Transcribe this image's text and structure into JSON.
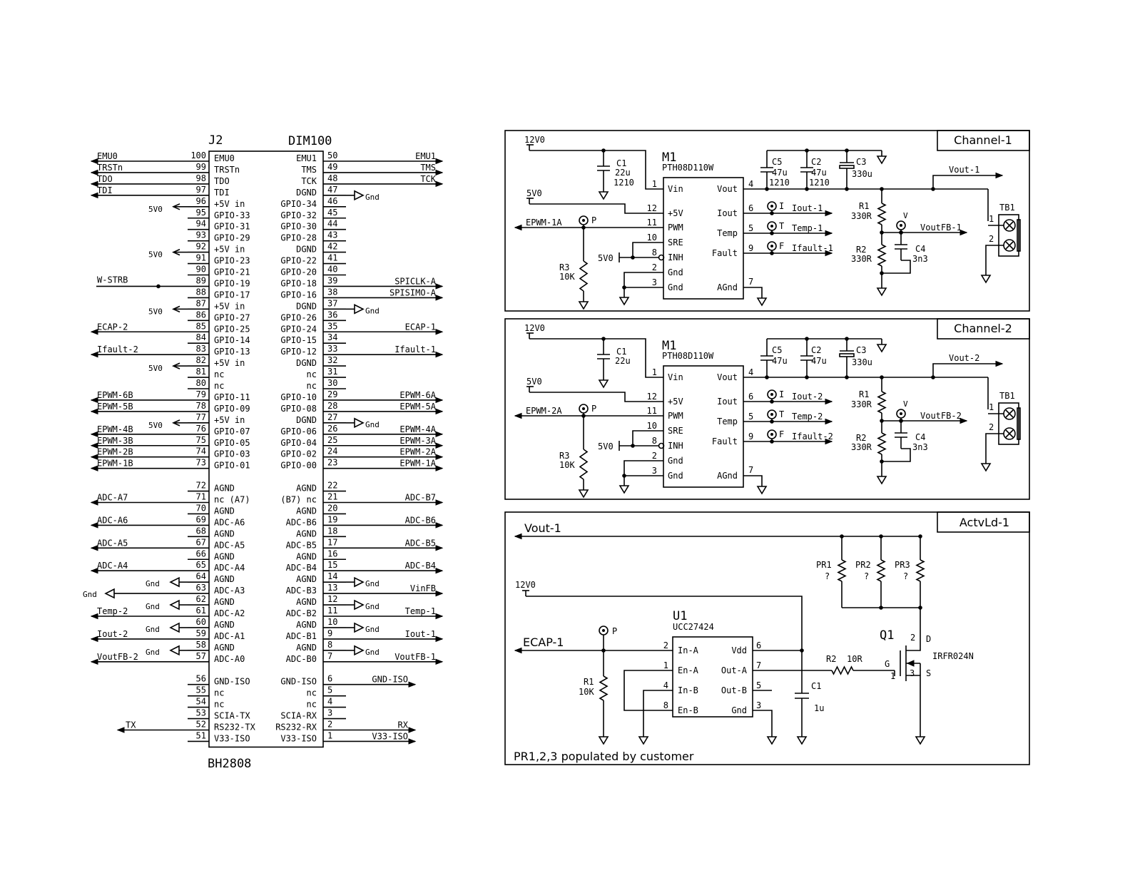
{
  "j2": {
    "refdes": "J2",
    "part": "DIM100",
    "footer": "BH2808",
    "left_pins": [
      {
        "num": "100",
        "name": "EMU0",
        "net": "EMU0",
        "dir": "out"
      },
      {
        "num": "99",
        "name": "TRSTn",
        "net": "TRSTn",
        "dir": "out"
      },
      {
        "num": "98",
        "name": "TDO",
        "net": "TDO",
        "dir": "out"
      },
      {
        "num": "97",
        "name": "TDI",
        "net": "TDI",
        "dir": "out"
      },
      {
        "num": "96",
        "name": "+5V in",
        "net": "",
        "dir": "pwr"
      },
      {
        "num": "95",
        "name": "GPIO-33",
        "net": "",
        "dir": ""
      },
      {
        "num": "94",
        "name": "GPIO-31",
        "net": "",
        "dir": ""
      },
      {
        "num": "93",
        "name": "GPIO-29",
        "net": "",
        "dir": ""
      },
      {
        "num": "92",
        "name": "+5V in",
        "net": "",
        "dir": "pwr"
      },
      {
        "num": "91",
        "name": "GPIO-23",
        "net": "",
        "dir": ""
      },
      {
        "num": "90",
        "name": "GPIO-21",
        "net": "",
        "dir": ""
      },
      {
        "num": "89",
        "name": "GPIO-19",
        "net": "W-STRB",
        "dir": "dot"
      },
      {
        "num": "88",
        "name": "GPIO-17",
        "net": "",
        "dir": ""
      },
      {
        "num": "87",
        "name": "+5V in",
        "net": "",
        "dir": "pwr"
      },
      {
        "num": "86",
        "name": "GPIO-27",
        "net": "",
        "dir": ""
      },
      {
        "num": "85",
        "name": "GPIO-25",
        "net": "ECAP-2",
        "dir": "out"
      },
      {
        "num": "84",
        "name": "GPIO-14",
        "net": "",
        "dir": ""
      },
      {
        "num": "83",
        "name": "GPIO-13",
        "net": "Ifault-2",
        "dir": "in"
      },
      {
        "num": "82",
        "name": "+5V in",
        "net": "",
        "dir": "pwr"
      },
      {
        "num": "81",
        "name": "nc",
        "net": "",
        "dir": ""
      },
      {
        "num": "80",
        "name": "nc",
        "net": "",
        "dir": ""
      },
      {
        "num": "79",
        "name": "GPIO-11",
        "net": "EPWM-6B",
        "dir": "out"
      },
      {
        "num": "78",
        "name": "GPIO-09",
        "net": "EPWM-5B",
        "dir": "out"
      },
      {
        "num": "77",
        "name": "+5V in",
        "net": "",
        "dir": "pwr"
      },
      {
        "num": "76",
        "name": "GPIO-07",
        "net": "EPWM-4B",
        "dir": "out"
      },
      {
        "num": "75",
        "name": "GPIO-05",
        "net": "EPWM-3B",
        "dir": "out"
      },
      {
        "num": "74",
        "name": "GPIO-03",
        "net": "EPWM-2B",
        "dir": "out"
      },
      {
        "num": "73",
        "name": "GPIO-01",
        "net": "EPWM-1B",
        "dir": "out"
      },
      {
        "num": "",
        "name": "",
        "net": "",
        "dir": "gap"
      },
      {
        "num": "72",
        "name": "AGND",
        "net": "",
        "dir": ""
      },
      {
        "num": "71",
        "name": "nc (A7)",
        "net": "ADC-A7",
        "dir": "in"
      },
      {
        "num": "70",
        "name": "AGND",
        "net": "",
        "dir": ""
      },
      {
        "num": "69",
        "name": "ADC-A6",
        "net": "ADC-A6",
        "dir": "in"
      },
      {
        "num": "68",
        "name": "AGND",
        "net": "",
        "dir": ""
      },
      {
        "num": "67",
        "name": "ADC-A5",
        "net": "ADC-A5",
        "dir": "in"
      },
      {
        "num": "66",
        "name": "AGND",
        "net": "",
        "dir": ""
      },
      {
        "num": "65",
        "name": "ADC-A4",
        "net": "ADC-A4",
        "dir": "in"
      },
      {
        "num": "64",
        "name": "AGND",
        "net": "",
        "dir": "gnd"
      },
      {
        "num": "63",
        "name": "ADC-A3",
        "net": "",
        "dir": "gndbig"
      },
      {
        "num": "62",
        "name": "AGND",
        "net": "",
        "dir": "gnd"
      },
      {
        "num": "61",
        "name": "ADC-A2",
        "net": "Temp-2",
        "dir": "in"
      },
      {
        "num": "60",
        "name": "AGND",
        "net": "",
        "dir": "gnd"
      },
      {
        "num": "59",
        "name": "ADC-A1",
        "net": "Iout-2",
        "dir": "in"
      },
      {
        "num": "58",
        "name": "AGND",
        "net": "",
        "dir": "gnd"
      },
      {
        "num": "57",
        "name": "ADC-A0",
        "net": "VoutFB-2",
        "dir": "in"
      },
      {
        "num": "",
        "name": "",
        "net": "",
        "dir": "gap"
      },
      {
        "num": "56",
        "name": "GND-ISO",
        "net": "",
        "dir": ""
      },
      {
        "num": "55",
        "name": "nc",
        "net": "",
        "dir": ""
      },
      {
        "num": "54",
        "name": "nc",
        "net": "",
        "dir": ""
      },
      {
        "num": "53",
        "name": "SCIA-TX",
        "net": "",
        "dir": ""
      },
      {
        "num": "52",
        "name": "RS232-TX",
        "net": "TX",
        "dir": "outshort"
      },
      {
        "num": "51",
        "name": "V33-ISO",
        "net": "",
        "dir": ""
      }
    ],
    "right_pins": [
      {
        "num": "50",
        "name": "EMU1",
        "net": "EMU1",
        "dir": "out"
      },
      {
        "num": "49",
        "name": "TMS",
        "net": "TMS",
        "dir": "out"
      },
      {
        "num": "48",
        "name": "TCK",
        "net": "TCK",
        "dir": "out"
      },
      {
        "num": "47",
        "name": "DGND",
        "net": "",
        "dir": "gnd"
      },
      {
        "num": "46",
        "name": "GPIO-34",
        "net": "",
        "dir": ""
      },
      {
        "num": "45",
        "name": "GPIO-32",
        "net": "",
        "dir": ""
      },
      {
        "num": "44",
        "name": "GPIO-30",
        "net": "",
        "dir": ""
      },
      {
        "num": "43",
        "name": "GPIO-28",
        "net": "",
        "dir": ""
      },
      {
        "num": "42",
        "name": "DGND",
        "net": "",
        "dir": ""
      },
      {
        "num": "41",
        "name": "GPIO-22",
        "net": "",
        "dir": ""
      },
      {
        "num": "40",
        "name": "GPIO-20",
        "net": "",
        "dir": ""
      },
      {
        "num": "39",
        "name": "GPIO-18",
        "net": "SPICLK-A",
        "dir": "out"
      },
      {
        "num": "38",
        "name": "GPIO-16",
        "net": "SPISIMO-A",
        "dir": "out"
      },
      {
        "num": "37",
        "name": "DGND",
        "net": "",
        "dir": "gnd"
      },
      {
        "num": "36",
        "name": "GPIO-26",
        "net": "",
        "dir": ""
      },
      {
        "num": "35",
        "name": "GPIO-24",
        "net": "ECAP-1",
        "dir": "out"
      },
      {
        "num": "34",
        "name": "GPIO-15",
        "net": "",
        "dir": ""
      },
      {
        "num": "33",
        "name": "GPIO-12",
        "net": "Ifault-1",
        "dir": "out"
      },
      {
        "num": "32",
        "name": "DGND",
        "net": "",
        "dir": ""
      },
      {
        "num": "31",
        "name": "nc",
        "net": "",
        "dir": ""
      },
      {
        "num": "30",
        "name": "nc",
        "net": "",
        "dir": ""
      },
      {
        "num": "29",
        "name": "GPIO-10",
        "net": "EPWM-6A",
        "dir": "out"
      },
      {
        "num": "28",
        "name": "GPIO-08",
        "net": "EPWM-5A",
        "dir": "out"
      },
      {
        "num": "27",
        "name": "DGND",
        "net": "",
        "dir": "gnd"
      },
      {
        "num": "26",
        "name": "GPIO-06",
        "net": "EPWM-4A",
        "dir": "out"
      },
      {
        "num": "25",
        "name": "GPIO-04",
        "net": "EPWM-3A",
        "dir": "out"
      },
      {
        "num": "24",
        "name": "GPIO-02",
        "net": "EPWM-2A",
        "dir": "out"
      },
      {
        "num": "23",
        "name": "GPIO-00",
        "net": "EPWM-1A",
        "dir": "out"
      },
      {
        "num": "",
        "name": "",
        "net": "",
        "dir": "gap"
      },
      {
        "num": "22",
        "name": "AGND",
        "net": "",
        "dir": ""
      },
      {
        "num": "21",
        "name": "(B7) nc",
        "net": "ADC-B7",
        "dir": "out"
      },
      {
        "num": "20",
        "name": "AGND",
        "net": "",
        "dir": ""
      },
      {
        "num": "19",
        "name": "ADC-B6",
        "net": "ADC-B6",
        "dir": "out"
      },
      {
        "num": "18",
        "name": "AGND",
        "net": "",
        "dir": ""
      },
      {
        "num": "17",
        "name": "ADC-B5",
        "net": "ADC-B5",
        "dir": "out"
      },
      {
        "num": "16",
        "name": "AGND",
        "net": "",
        "dir": ""
      },
      {
        "num": "15",
        "name": "ADC-B4",
        "net": "ADC-B4",
        "dir": "out"
      },
      {
        "num": "14",
        "name": "AGND",
        "net": "",
        "dir": "gnd"
      },
      {
        "num": "13",
        "name": "ADC-B3",
        "net": "VinFB",
        "dir": "out"
      },
      {
        "num": "12",
        "name": "AGND",
        "net": "",
        "dir": "gnd"
      },
      {
        "num": "11",
        "name": "ADC-B2",
        "net": "Temp-1",
        "dir": "out"
      },
      {
        "num": "10",
        "name": "AGND",
        "net": "",
        "dir": "gnd"
      },
      {
        "num": "9",
        "name": "ADC-B1",
        "net": "Iout-1",
        "dir": "out"
      },
      {
        "num": "8",
        "name": "AGND",
        "net": "",
        "dir": "gnd"
      },
      {
        "num": "7",
        "name": "ADC-B0",
        "net": "VoutFB-1",
        "dir": "out"
      },
      {
        "num": "",
        "name": "",
        "net": "",
        "dir": "gap"
      },
      {
        "num": "6",
        "name": "GND-ISO",
        "net": "GND-ISO",
        "dir": "outshort"
      },
      {
        "num": "5",
        "name": "nc",
        "net": "",
        "dir": ""
      },
      {
        "num": "4",
        "name": "nc",
        "net": "",
        "dir": ""
      },
      {
        "num": "3",
        "name": "SCIA-RX",
        "net": "",
        "dir": ""
      },
      {
        "num": "2",
        "name": "RS232-RX",
        "net": "RX",
        "dir": "outshort"
      },
      {
        "num": "1",
        "name": "V33-ISO",
        "net": "V33-ISO",
        "dir": "outshort"
      }
    ],
    "labels": {
      "v5": "5V0",
      "gnd": "Gnd"
    }
  },
  "channel1": {
    "title": "Channel-1",
    "v12": "12V0",
    "v5": "5V0",
    "pwm_net": "EPWM-1A",
    "vout_net": "Vout-1",
    "module": {
      "ref": "M1",
      "part": "PTH08D110W"
    },
    "pins_left": [
      {
        "num": "1",
        "name": "Vin"
      },
      {
        "num": "12",
        "name": "+5V"
      },
      {
        "num": "11",
        "name": "PWM"
      },
      {
        "num": "10",
        "name": "SRE"
      },
      {
        "num": "8",
        "name": "INH"
      },
      {
        "num": "2",
        "name": "Gnd"
      },
      {
        "num": "3",
        "name": "Gnd"
      }
    ],
    "pins_right": [
      {
        "num": "4",
        "name": "Vout"
      },
      {
        "num": "6",
        "name": "Iout"
      },
      {
        "num": "5",
        "name": "Temp"
      },
      {
        "num": "9",
        "name": "Fault"
      },
      {
        "num": "7",
        "name": "AGnd"
      }
    ],
    "c1": {
      "ref": "C1",
      "val": "22u",
      "pkg": "1210"
    },
    "c5": {
      "ref": "C5",
      "val": "47u",
      "pkg": "1210"
    },
    "c2": {
      "ref": "C2",
      "val": "47u",
      "pkg": "1210"
    },
    "c3": {
      "ref": "C3",
      "val": "330u"
    },
    "r1": {
      "ref": "R1",
      "val": "330R"
    },
    "r2": {
      "ref": "R2",
      "val": "330R"
    },
    "r3": {
      "ref": "R3",
      "val": "10K"
    },
    "c4": {
      "ref": "C4",
      "val": "3n3"
    },
    "tp": {
      "p": "P",
      "i": "I",
      "t": "T",
      "f": "F",
      "v": "V"
    },
    "nets": {
      "iout": "Iout-1",
      "temp": "Temp-1",
      "ifault": "Ifault-1",
      "voutfb": "VoutFB-1"
    },
    "tb": {
      "ref": "TB1",
      "p1": "1",
      "p2": "2"
    }
  },
  "channel2": {
    "title": "Channel-2",
    "v12": "12V0",
    "v5": "5V0",
    "pwm_net": "EPWM-2A",
    "vout_net": "Vout-2",
    "module": {
      "ref": "M1",
      "part": "PTH08D110W"
    },
    "pins_left": [
      {
        "num": "1",
        "name": "Vin"
      },
      {
        "num": "12",
        "name": "+5V"
      },
      {
        "num": "11",
        "name": "PWM"
      },
      {
        "num": "10",
        "name": "SRE"
      },
      {
        "num": "8",
        "name": "INH"
      },
      {
        "num": "2",
        "name": "Gnd"
      },
      {
        "num": "3",
        "name": "Gnd"
      }
    ],
    "pins_right": [
      {
        "num": "4",
        "name": "Vout"
      },
      {
        "num": "6",
        "name": "Iout"
      },
      {
        "num": "5",
        "name": "Temp"
      },
      {
        "num": "9",
        "name": "Fault"
      },
      {
        "num": "7",
        "name": "AGnd"
      }
    ],
    "c1": {
      "ref": "C1",
      "val": "22u",
      "pkg": ""
    },
    "c5": {
      "ref": "C5",
      "val": "47u",
      "pkg": ""
    },
    "c2": {
      "ref": "C2",
      "val": "47u",
      "pkg": ""
    },
    "c3": {
      "ref": "C3",
      "val": "330u"
    },
    "r1": {
      "ref": "R1",
      "val": "330R"
    },
    "r2": {
      "ref": "R2",
      "val": "330R"
    },
    "r3": {
      "ref": "R3",
      "val": "10K"
    },
    "c4": {
      "ref": "C4",
      "val": "3n3"
    },
    "tp": {
      "p": "P",
      "i": "I",
      "t": "T",
      "f": "F",
      "v": "V"
    },
    "nets": {
      "iout": "Iout-2",
      "temp": "Temp-2",
      "ifault": "Ifault-2",
      "voutfb": "VoutFB-2"
    },
    "tb": {
      "ref": "TB1",
      "p1": "1",
      "p2": "2"
    }
  },
  "actvld": {
    "title": "ActvLd-1",
    "vout": "Vout-1",
    "v12": "12V0",
    "ecap": "ECAP-1",
    "u1": {
      "ref": "U1",
      "part": "UCC27424",
      "left": [
        {
          "num": "2",
          "name": "In-A"
        },
        {
          "num": "1",
          "name": "En-A"
        },
        {
          "num": "4",
          "name": "In-B"
        },
        {
          "num": "8",
          "name": "En-B"
        }
      ],
      "right": [
        {
          "num": "6",
          "name": "Vdd"
        },
        {
          "num": "7",
          "name": "Out-A"
        },
        {
          "num": "5",
          "name": "Out-B"
        },
        {
          "num": "3",
          "name": "Gnd"
        }
      ]
    },
    "r1": {
      "ref": "R1",
      "val": "10K"
    },
    "r2": {
      "ref": "R2",
      "val": "10R"
    },
    "c1": {
      "ref": "C1",
      "val": "1u"
    },
    "q1": {
      "ref": "Q1",
      "part": "IRFR024N",
      "g": "G",
      "d": "D",
      "s": "S",
      "p1": "1",
      "p2": "2",
      "p3": "3"
    },
    "pr": [
      {
        "ref": "PR1",
        "val": "?"
      },
      {
        "ref": "PR2",
        "val": "?"
      },
      {
        "ref": "PR3",
        "val": "?"
      }
    ],
    "tp": "P",
    "note": "PR1,2,3 populated by customer"
  }
}
